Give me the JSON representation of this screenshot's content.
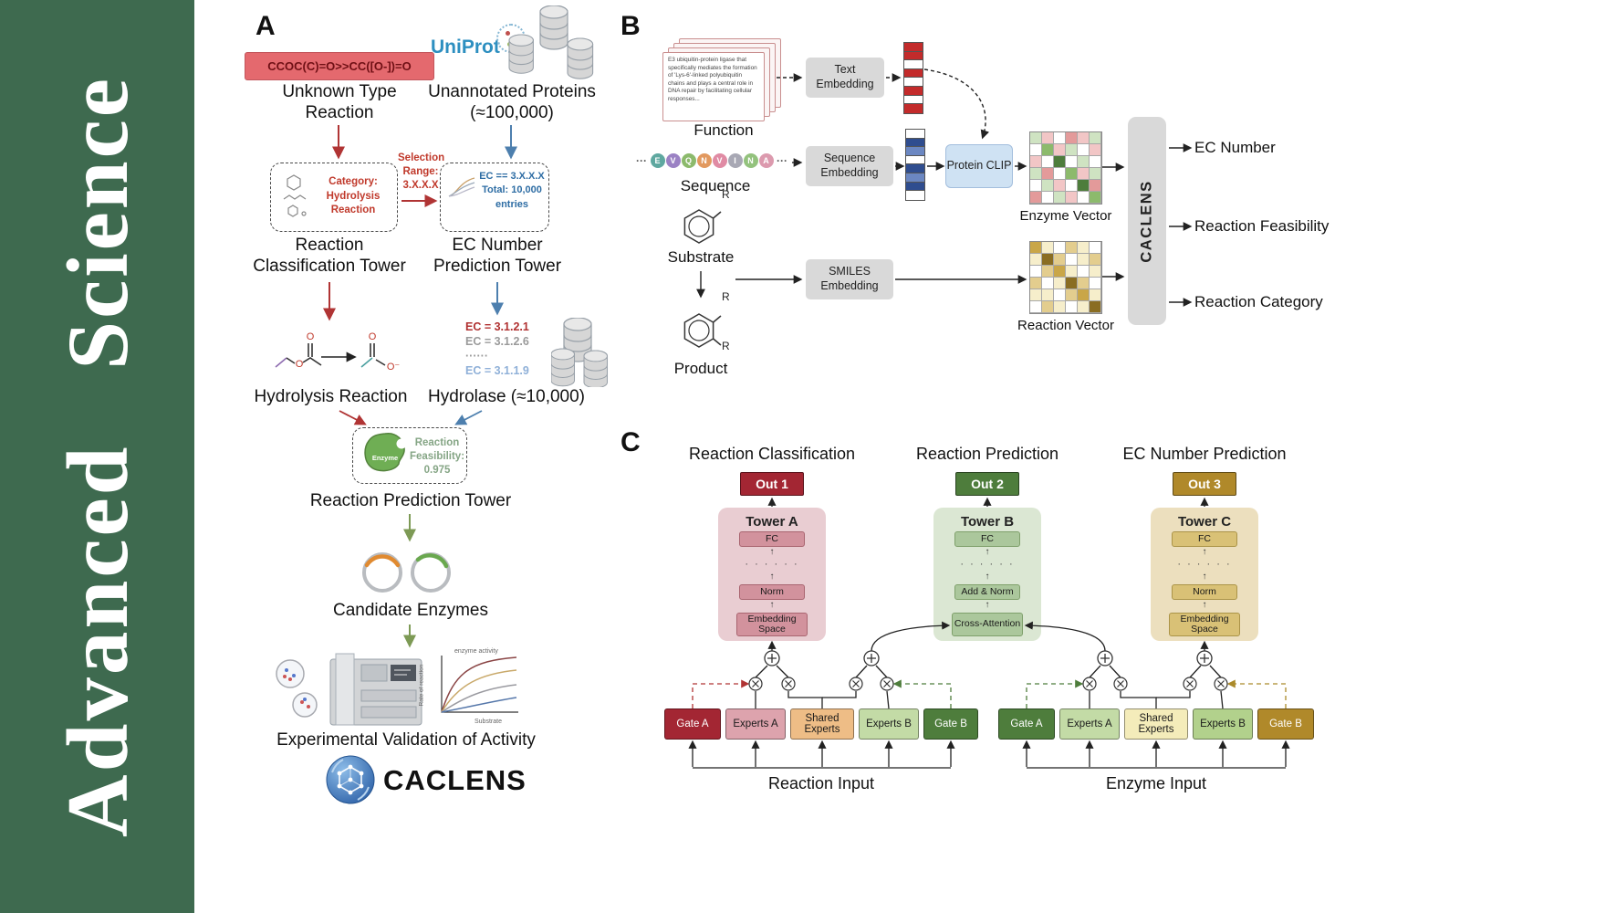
{
  "banner": {
    "line": "Advanced Science",
    "bg": "#3e6a4f"
  },
  "panel_a": {
    "label": "A",
    "smiles": "CCOC(C)=O>>CC([O-])=O",
    "smiles_box_bg": "#e4696e",
    "unknown_reaction": "Unknown Type Reaction",
    "uniprot": "UniProt",
    "unannotated": "Unannotated Proteins (≈100,000)",
    "category_box": "Category: Hydrolysis Reaction",
    "selection_range": "Selection Range: 3.X.X.X",
    "ec_filter": [
      "EC == 3.X.X.X",
      "Total: 10,000",
      "entries"
    ],
    "tower_classification": "Reaction Classification Tower",
    "tower_ec": "EC Number Prediction Tower",
    "hydrolysis": "Hydrolysis Reaction",
    "ec_list": [
      "EC = 3.1.2.1",
      "EC = 3.1.2.6",
      "······",
      "EC = 3.1.1.9"
    ],
    "hydrolase": "Hydrolase (≈10,000)",
    "enzyme_badge": "Enzyme",
    "feasibility": "Reaction Feasibility: 0.975",
    "tower_prediction": "Reaction Prediction Tower",
    "candidate": "Candidate Enzymes",
    "validation": "Experimental Validation of Activity",
    "logo": "CACLENS",
    "atom_o": "O",
    "atom_o_minus": "O⁻",
    "mini_plot": {
      "top": "enzyme activity",
      "y": "Rate of reaction",
      "x": "Substrate"
    }
  },
  "panel_b": {
    "label": "B",
    "function_text": "E3 ubiquitin-protein ligase that specifically mediates the formation of 'Lys-6'-linked polyubiquitin chains and plays a central role in DNA repair by facilitating cellular responses...",
    "function_label": "Function",
    "ellipsis": "···",
    "residues": [
      {
        "letter": "E",
        "color": "#5fa8a0"
      },
      {
        "letter": "V",
        "color": "#9b82c4"
      },
      {
        "letter": "Q",
        "color": "#8cba6c"
      },
      {
        "letter": "N",
        "color": "#e2995f"
      },
      {
        "letter": "V",
        "color": "#e08ba4"
      },
      {
        "letter": "I",
        "color": "#a8a8b4"
      },
      {
        "letter": "N",
        "color": "#93c27d"
      },
      {
        "letter": "A",
        "color": "#dc9aae"
      }
    ],
    "sequence_label": "Sequence",
    "substrate_label": "Substrate",
    "product_label": "Product",
    "r_label": "R",
    "text_embedding": "Text Embedding",
    "sequence_embedding": "Sequence Embedding",
    "smiles_embedding": "SMILES Embedding",
    "protein_clip": "Protein CLIP",
    "enzyme_vector_label": "Enzyme Vector",
    "reaction_vector_label": "Reaction Vector",
    "caclens": "CACLENS",
    "outputs": [
      "EC Number",
      "Reaction Feasibility",
      "Reaction Category"
    ],
    "text_vec": [
      "#c32b2b",
      "#c32b2b",
      "#ffffff",
      "#c32b2b",
      "#ffffff",
      "#c32b2b",
      "#ffffff",
      "#c32b2b"
    ],
    "seq_vec": [
      "#ffffff",
      "#2f4d8f",
      "#6b87c2",
      "#ffffff",
      "#2f4d8f",
      "#6b87c2",
      "#2f4d8f",
      "#ffffff"
    ],
    "enzyme_matrix": [
      "#cfe3c2",
      "#f2c6c6",
      "#ffffff",
      "#e39a9a",
      "#f2c6c6",
      "#cfe3c2",
      "#ffffff",
      "#8cba6c",
      "#f2c6c6",
      "#cfe3c2",
      "#ffffff",
      "#f2c6c6",
      "#f2c6c6",
      "#ffffff",
      "#4e7d3c",
      "#ffffff",
      "#cfe3c2",
      "#ffffff",
      "#cfe3c2",
      "#e39a9a",
      "#ffffff",
      "#8cba6c",
      "#f2c6c6",
      "#cfe3c2",
      "#ffffff",
      "#cfe3c2",
      "#f2c6c6",
      "#ffffff",
      "#4e7d3c",
      "#e39a9a",
      "#e39a9a",
      "#ffffff",
      "#cfe3c2",
      "#f2c6c6",
      "#ffffff",
      "#8cba6c"
    ],
    "reaction_matrix": [
      "#c9a648",
      "#f6eecb",
      "#ffffff",
      "#e3cd8e",
      "#f6eecb",
      "#ffffff",
      "#f6eecb",
      "#8a6d22",
      "#e3cd8e",
      "#ffffff",
      "#f6eecb",
      "#e3cd8e",
      "#ffffff",
      "#e3cd8e",
      "#c9a648",
      "#f6eecb",
      "#ffffff",
      "#f6eecb",
      "#e3cd8e",
      "#ffffff",
      "#f6eecb",
      "#8a6d22",
      "#e3cd8e",
      "#ffffff",
      "#f6eecb",
      "#f6eecb",
      "#ffffff",
      "#e3cd8e",
      "#c9a648",
      "#f6eecb",
      "#ffffff",
      "#e3cd8e",
      "#f6eecb",
      "#ffffff",
      "#f6eecb",
      "#8a6d22"
    ]
  },
  "panel_c": {
    "label": "C",
    "towers": [
      {
        "title": "Reaction Classification",
        "out": "Out 1",
        "out_bg": "#a32633",
        "name": "Tower A",
        "fc": "FC",
        "dots": "· · · · · ·",
        "mid": "Norm",
        "bottom": "Embedding Space",
        "panel_bg": "#e9cdd2",
        "box_bg": "#d2929d",
        "box_border": "#a96570"
      },
      {
        "title": "Reaction Prediction",
        "out": "Out 2",
        "out_bg": "#4e7d3c",
        "name": "Tower B",
        "fc": "FC",
        "dots": "· · · · · ·",
        "mid": "Add & Norm",
        "bottom": "Cross-Attention",
        "panel_bg": "#dbe7d3",
        "box_bg": "#abc79c",
        "box_border": "#7fa06b"
      },
      {
        "title": "EC Number Prediction",
        "out": "Out 3",
        "out_bg": "#b0892a",
        "name": "Tower C",
        "fc": "FC",
        "dots": "· · · · · ·",
        "mid": "Norm",
        "bottom": "Embedding Space",
        "panel_bg": "#ecdfbe",
        "box_bg": "#d9c176",
        "box_border": "#ab9448"
      }
    ],
    "groups": [
      {
        "input": "Reaction Input",
        "boxes": [
          {
            "label": "Gate A",
            "bg": "#a32633",
            "fg": "#ffffff"
          },
          {
            "label": "Experts A",
            "bg": "#dda3ad",
            "fg": "#1a1a1a"
          },
          {
            "label": "Shared Experts",
            "bg": "#eebd86",
            "fg": "#1a1a1a"
          },
          {
            "label": "Experts B",
            "bg": "#c3dba6",
            "fg": "#1a1a1a"
          },
          {
            "label": "Gate B",
            "bg": "#4e7d3c",
            "fg": "#ffffff"
          }
        ]
      },
      {
        "input": "Enzyme Input",
        "boxes": [
          {
            "label": "Gate A",
            "bg": "#4e7d3c",
            "fg": "#ffffff"
          },
          {
            "label": "Experts A",
            "bg": "#c3dba6",
            "fg": "#1a1a1a"
          },
          {
            "label": "Shared Experts",
            "bg": "#f4ecba",
            "fg": "#1a1a1a"
          },
          {
            "label": "Experts B",
            "bg": "#b2d18c",
            "fg": "#1a1a1a"
          },
          {
            "label": "Gate B",
            "bg": "#b0892a",
            "fg": "#ffffff"
          }
        ]
      }
    ]
  }
}
